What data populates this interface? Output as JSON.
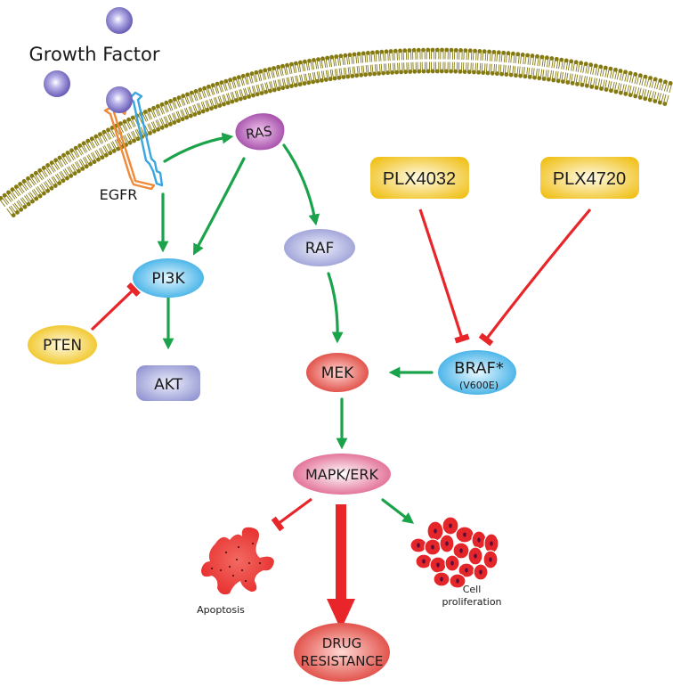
{
  "title_label": "Growth Factor",
  "receptor_label": "EGFR",
  "nodes": {
    "ras": "RAS",
    "pi3k": "PI3K",
    "pten": "PTEN",
    "akt": "AKT",
    "raf": "RAF",
    "mek": "MEK",
    "braf": "BRAF*",
    "braf_sub": "(V600E)",
    "mapk": "MAPK/ERK",
    "drug_line1": "DRUG",
    "drug_line2": "RESISTANCE"
  },
  "drugs": {
    "plx4032": "PLX4032",
    "plx4720": "PLX4720"
  },
  "outcomes": {
    "apoptosis": "Apoptosis",
    "prolif_line1": "Cell",
    "prolif_line2": "proliferation"
  },
  "edges": [
    {
      "from": "EGFR",
      "to": "RAS",
      "type": "activation"
    },
    {
      "from": "EGFR",
      "to": "PI3K",
      "type": "activation"
    },
    {
      "from": "RAS",
      "to": "PI3K",
      "type": "activation"
    },
    {
      "from": "RAS",
      "to": "RAF",
      "type": "activation"
    },
    {
      "from": "PI3K",
      "to": "AKT",
      "type": "activation"
    },
    {
      "from": "PTEN",
      "to": "PI3K",
      "type": "inhibition"
    },
    {
      "from": "RAF",
      "to": "MEK",
      "type": "activation"
    },
    {
      "from": "BRAF*",
      "to": "MEK",
      "type": "activation"
    },
    {
      "from": "PLX4032",
      "to": "BRAF*",
      "type": "inhibition"
    },
    {
      "from": "PLX4720",
      "to": "BRAF*",
      "type": "inhibition"
    },
    {
      "from": "MEK",
      "to": "MAPK/ERK",
      "type": "activation"
    },
    {
      "from": "MAPK/ERK",
      "to": "Apoptosis",
      "type": "inhibition"
    },
    {
      "from": "MAPK/ERK",
      "to": "Cell proliferation",
      "type": "activation"
    },
    {
      "from": "MAPK/ERK",
      "to": "DRUG RESISTANCE",
      "type": "strong-activation"
    }
  ],
  "colors": {
    "activation": "#1aa34a",
    "inhibition": "#e8262a",
    "membrane": "#857a12",
    "ligand": "#6a5fb8",
    "ras": "#a04aa6",
    "pi3k": "#3fb6ea",
    "pten": "#f2c81c",
    "akt": "#8e94d2",
    "raf": "#a3a6d8",
    "mek": "#e0403a",
    "braf": "#3fb6ea",
    "mapk": "#e0608a",
    "drug_resistance": "#e0403a",
    "plx": "#f3c61c"
  }
}
